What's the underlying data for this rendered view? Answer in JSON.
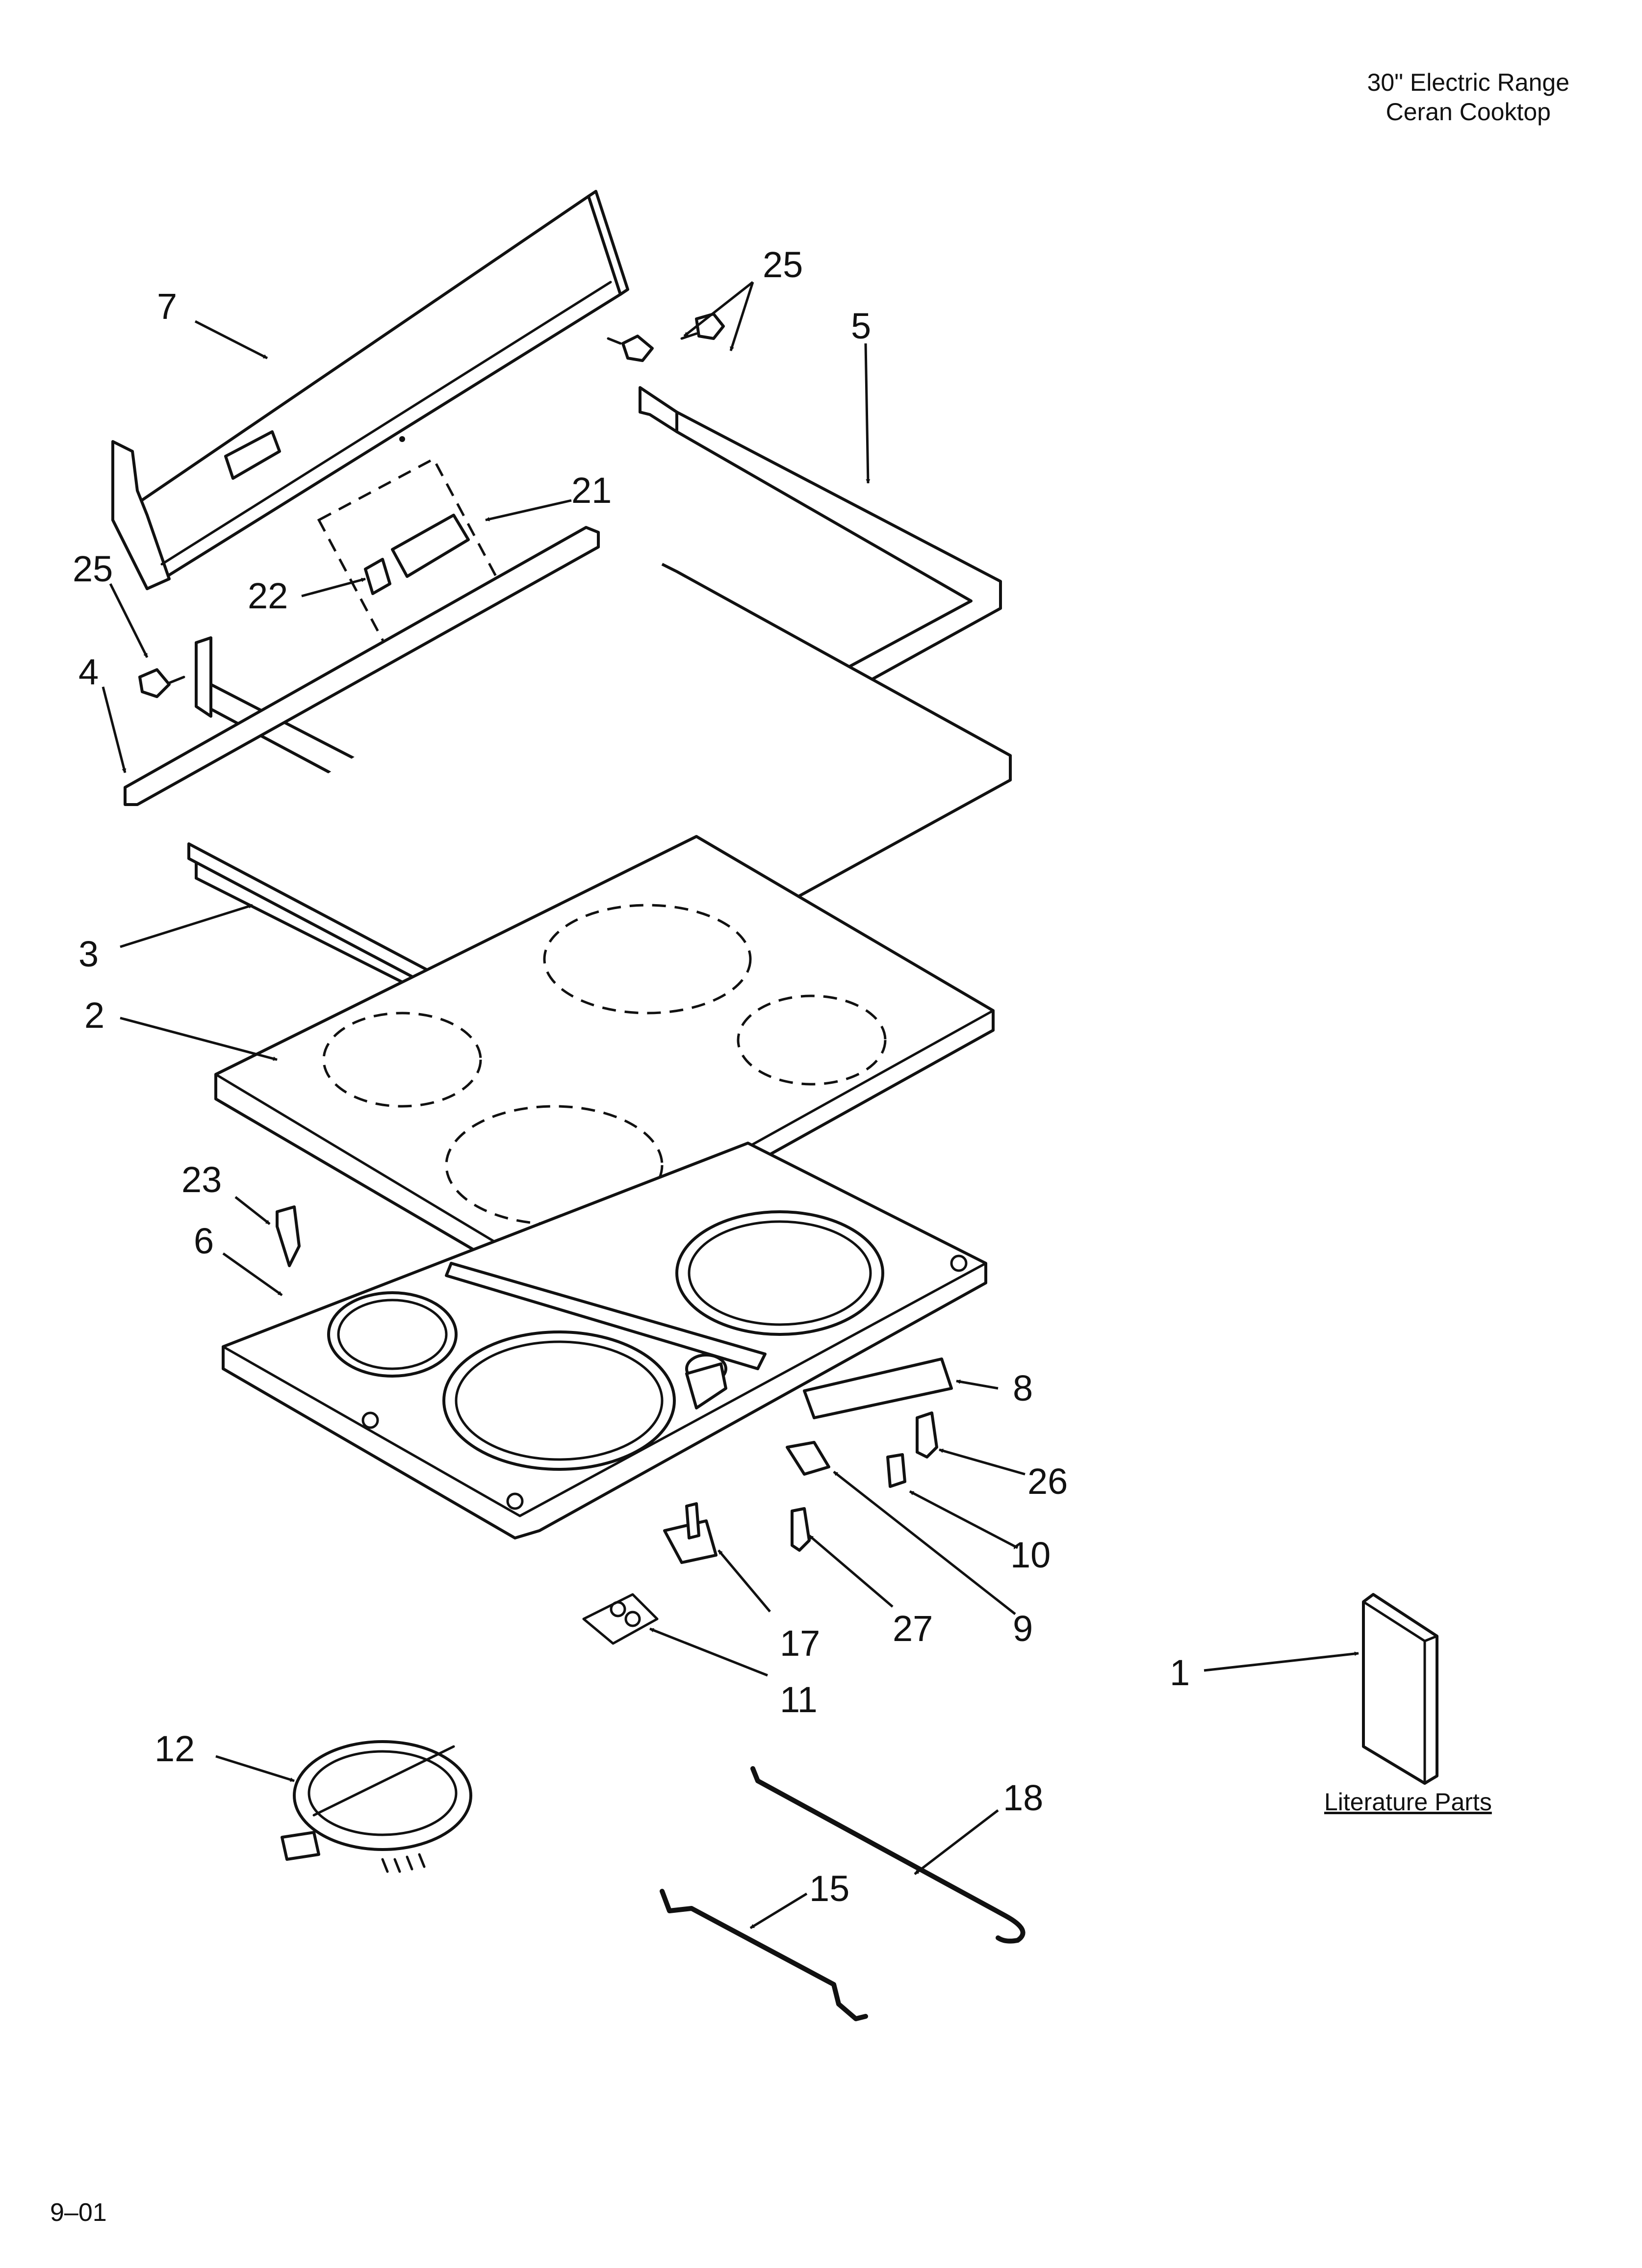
{
  "header": {
    "line1": "30\" Electric Range",
    "line2": "Ceran Cooktop"
  },
  "footer": {
    "code": "9–01"
  },
  "literature": {
    "label": "Literature Parts"
  },
  "callouts": {
    "c1": "1",
    "c2": "2",
    "c3": "3",
    "c4": "4",
    "c5": "5",
    "c6": "6",
    "c7": "7",
    "c8": "8",
    "c9": "9",
    "c10": "10",
    "c11": "11",
    "c12": "12",
    "c15": "15",
    "c17": "17",
    "c18": "18",
    "c21": "21",
    "c22": "22",
    "c23": "23",
    "c25a": "25",
    "c25b": "25",
    "c26": "26",
    "c27": "27"
  }
}
